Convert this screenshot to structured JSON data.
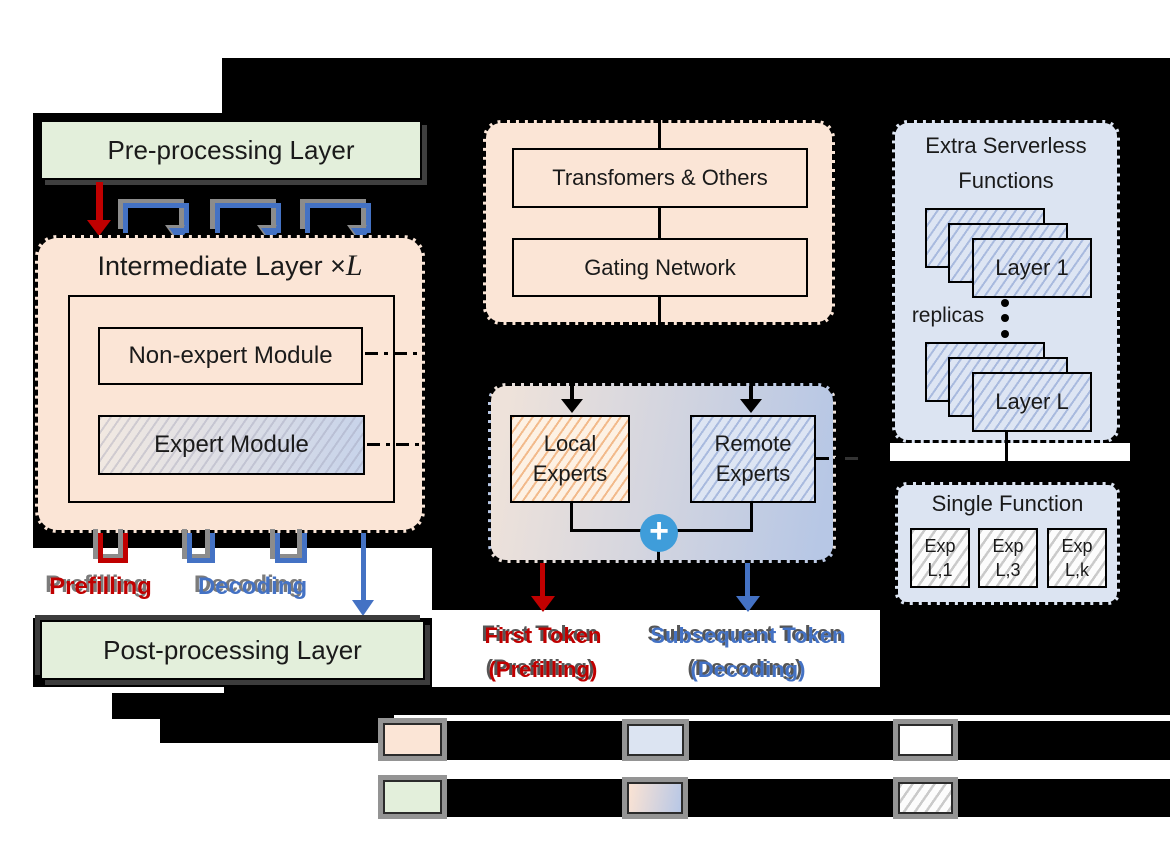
{
  "left": {
    "pre_processing": "Pre-processing Layer",
    "intermediate_prefix": "Intermediate Layer × ",
    "intermediate_var": "L",
    "non_expert": "Non-expert Module",
    "expert": "Expert Module",
    "prefilling": "Prefilling",
    "decoding": "Decoding",
    "post_processing": "Post-processing Layer"
  },
  "middle": {
    "transformers": "Transfomers & Others",
    "gating": "Gating Network",
    "local_line1": "Local",
    "local_line2": "Experts",
    "remote_line1": "Remote",
    "remote_line2": "Experts",
    "plus_sign": "+",
    "first_token": "First Token",
    "first_token_sub": "(Prefilling)",
    "subsequent_token": "Subsequent Token",
    "subsequent_sub": "(Decoding)"
  },
  "right": {
    "extra_line1": "Extra Serverless",
    "extra_line2": "Functions",
    "layer_1": "Layer 1",
    "replicas": "replicas",
    "layer_L": "Layer L",
    "single_function": "Single Function",
    "experts": [
      {
        "line1": "Exp",
        "line2": "L,1"
      },
      {
        "line1": "Exp",
        "line2": "L,3"
      },
      {
        "line1": "Exp",
        "line2": "L,k"
      }
    ]
  },
  "colors": {
    "peach_fill": "#fbe5d6",
    "green_fill": "#e3efdb",
    "light_blue_fill": "#dce4f2",
    "red_accent": "#c00000",
    "blue_accent": "#4472c4",
    "plus_circle_blue": "#3f9dda",
    "gradient_left": "#eee2da",
    "gradient_right": "#b7c7e6"
  }
}
